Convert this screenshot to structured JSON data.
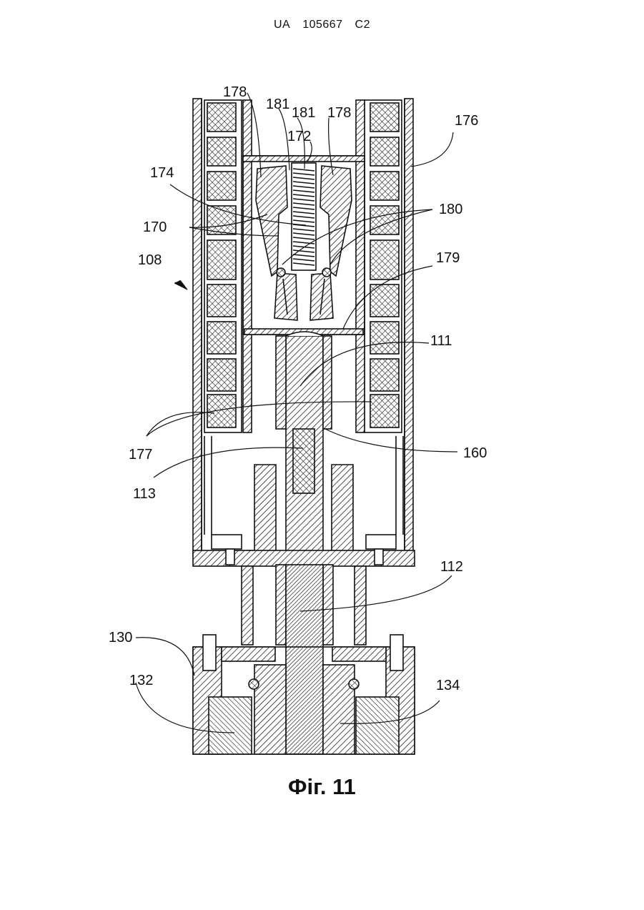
{
  "header": {
    "office": "UA",
    "number": "105667",
    "kind": "C2"
  },
  "figure": {
    "caption": "Фіг. 11",
    "labels": {
      "l178a": "178",
      "l181a": "181",
      "l181b": "181",
      "l178b": "178",
      "l176": "176",
      "l172": "172",
      "l174": "174",
      "l180": "180",
      "l170": "170",
      "l108": "108",
      "l179": "179",
      "l111": "111",
      "l177": "177",
      "l160": "160",
      "l113": "113",
      "l112": "112",
      "l130": "130",
      "l132": "132",
      "l134": "134"
    }
  }
}
